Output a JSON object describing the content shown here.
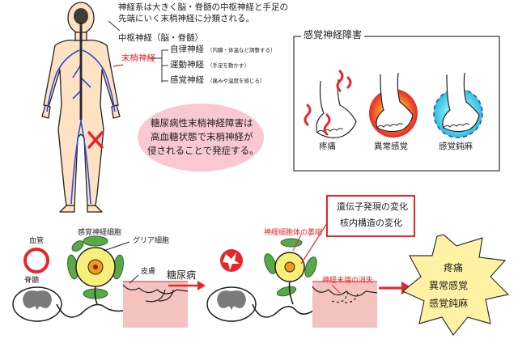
{
  "intro": {
    "line1": "神経系は大きく脳・脊髄の中枢神経と手足の",
    "line2": "先端にいく末梢神経に分類される。"
  },
  "nerve_tree": {
    "central": "中枢神経（脳・脊髄）",
    "peripheral": "末梢神経",
    "autonomic": "自律神経",
    "autonomic_note": "（内臓・体温など調整する）",
    "motor": "運動神経",
    "motor_note": "（手足を動かす）",
    "sensory": "感覚神経",
    "sensory_note": "（痛みや温度を感じる）"
  },
  "pink_bubble": {
    "line1": "糖尿病性末梢神経障害は",
    "line2": "高血糖状態で末梢神経が",
    "line3": "侵されることで発症する。"
  },
  "disorder_box": {
    "title": "感覚神経障害",
    "pain": "疼痛",
    "abnormal": "異常感覚",
    "numb": "感覚鈍麻"
  },
  "bottom": {
    "vessel": "血管",
    "sensory_cell": "感覚神経細胞",
    "glia": "グリア細胞",
    "spinal": "脊髄",
    "skin": "皮膚",
    "diabetes": "糖尿病",
    "atrophy": "神経細胞体の萎縮",
    "gene_line1": "遺伝子発現の変化",
    "gene_line2": "核内構造の変化",
    "ending_loss": "神経末端の消失"
  },
  "symptoms": {
    "s1": "疼痛",
    "s2": "異常感覚",
    "s3": "感覚鈍麻"
  },
  "colors": {
    "red": "#e8252a",
    "blue_nerve": "#2a4bd8",
    "green_glia": "#5aa84a",
    "cell_yellow": "#f6f07a",
    "nucleus_orange": "#f39a1c",
    "bubble_pink": "#f9c8d2",
    "burst_yellow": "#fff3a3",
    "numb_cyan": "#5ad4e8",
    "skin_pink": "#f4c3c0"
  }
}
